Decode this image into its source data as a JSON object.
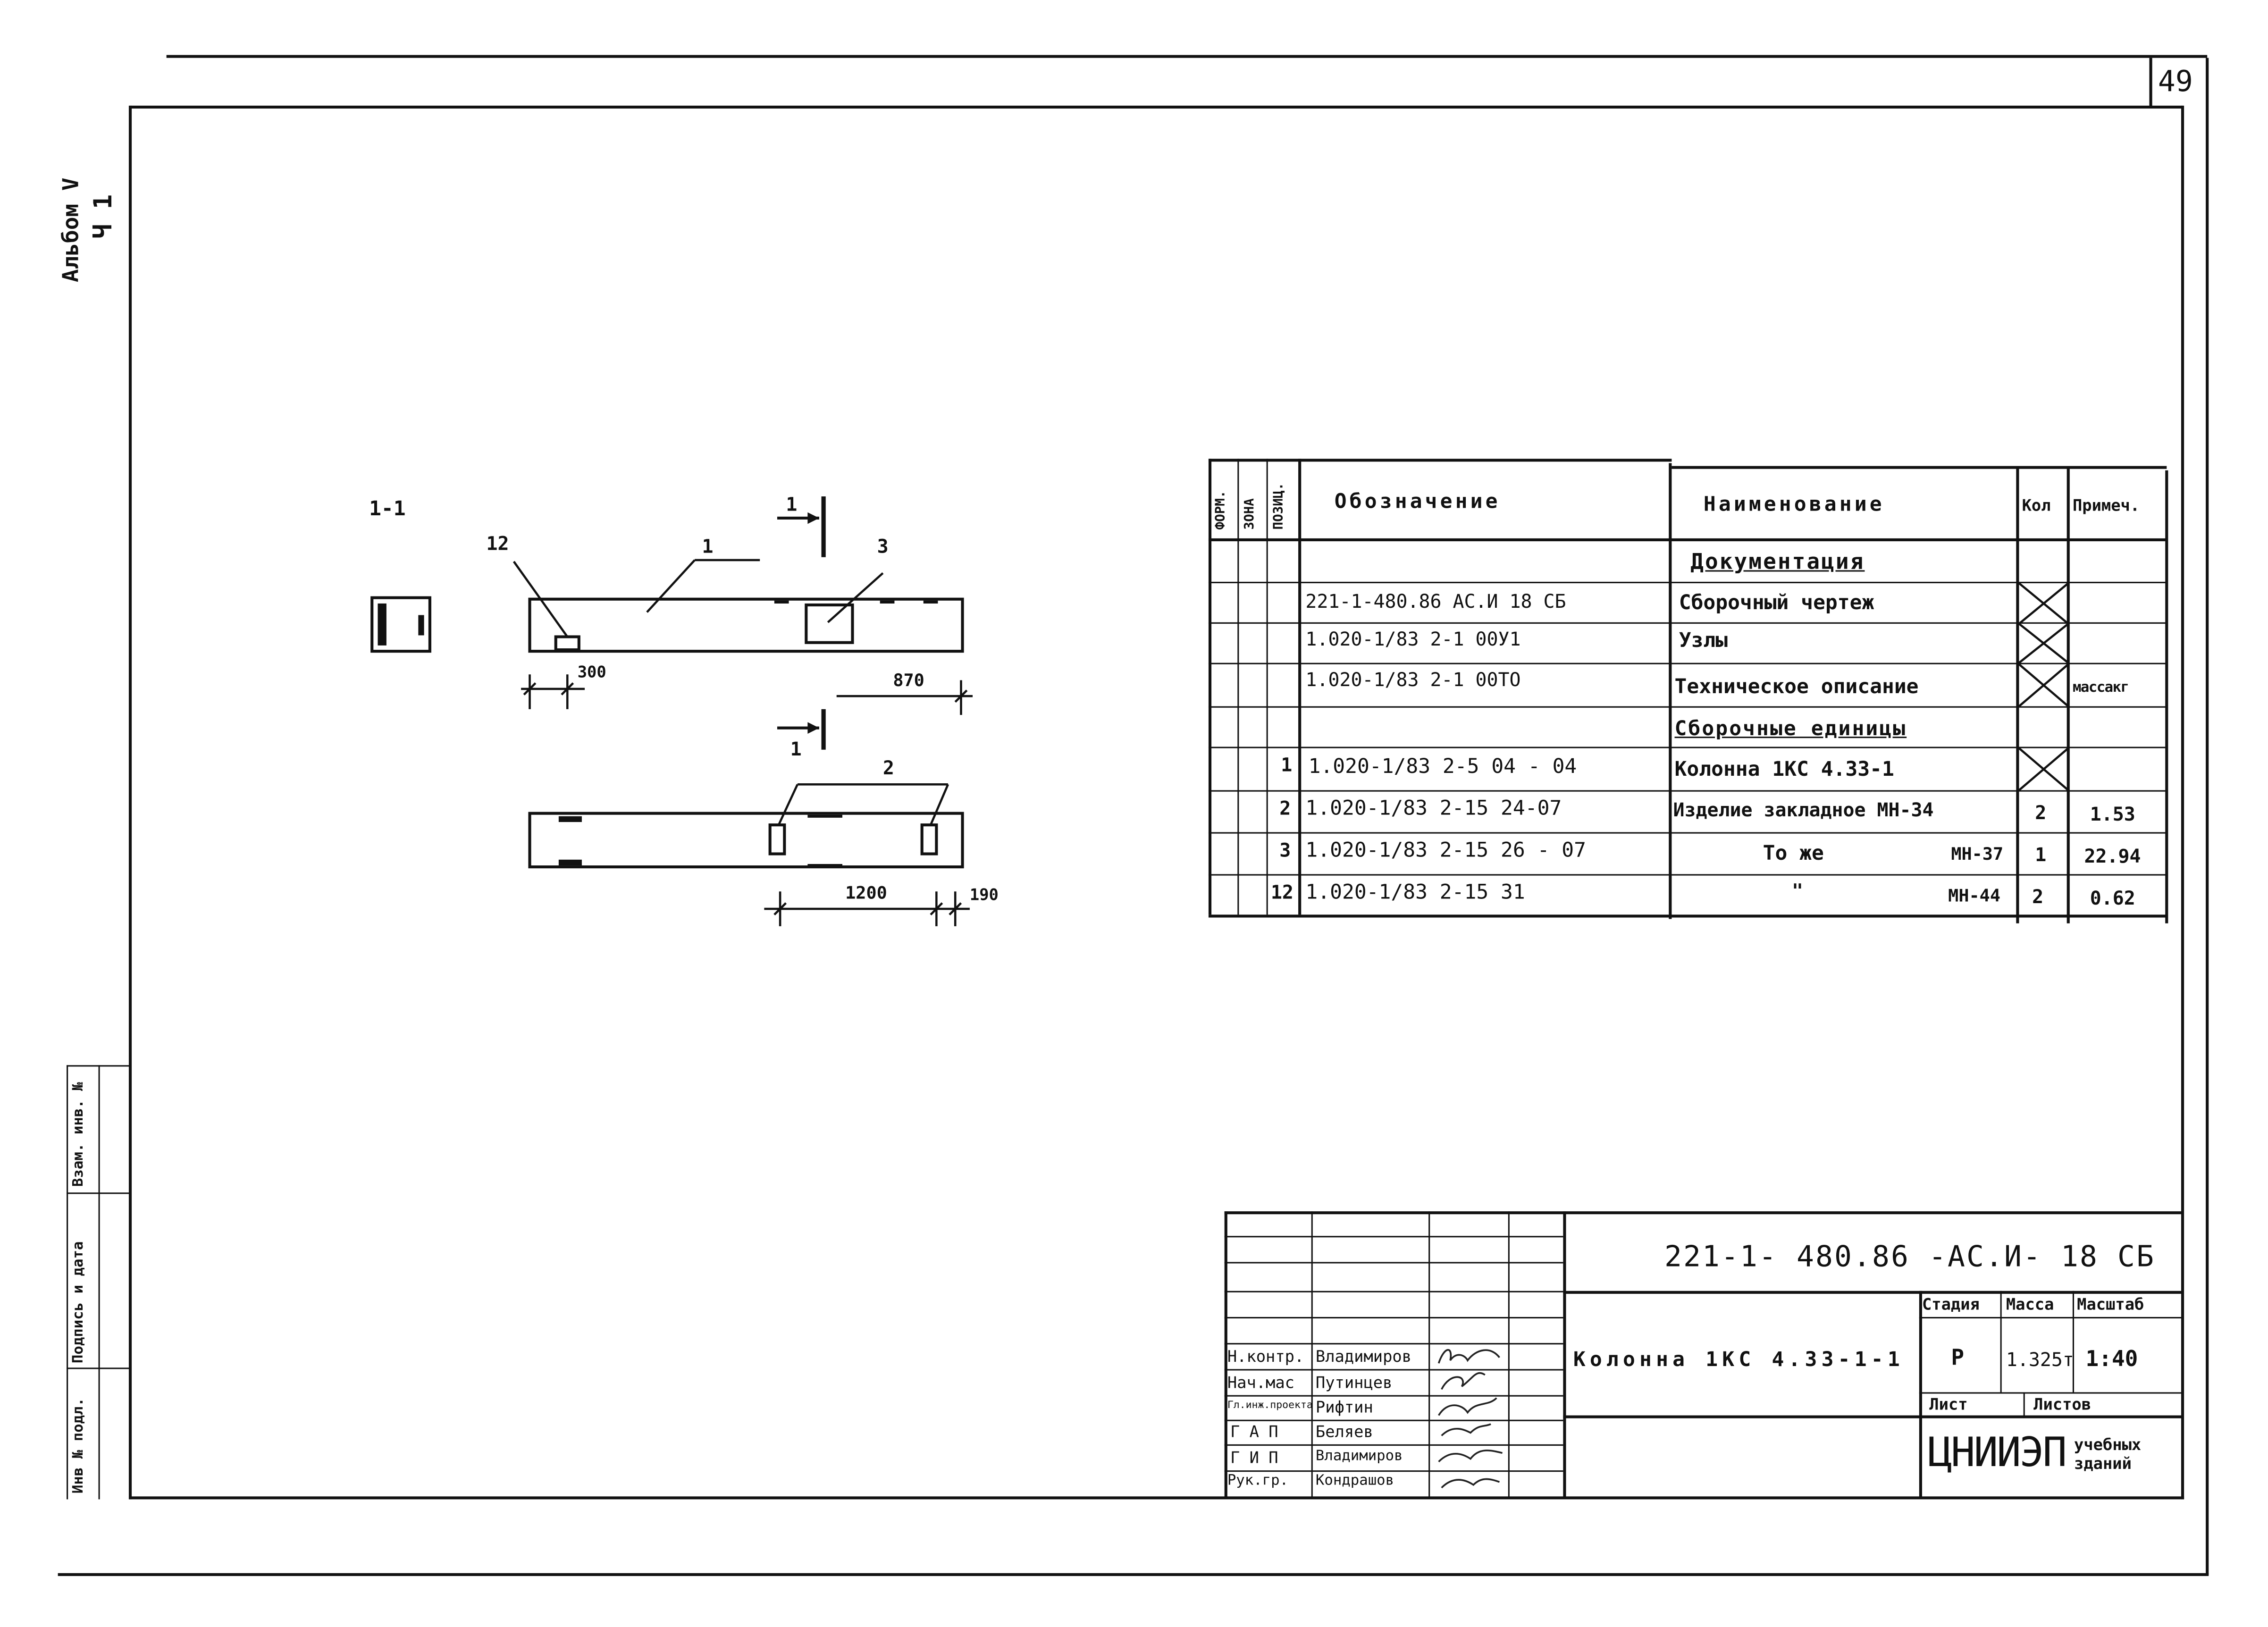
{
  "sheet": {
    "page_number": "49",
    "album": "Альбом V",
    "part": "Ч 1"
  },
  "drawing": {
    "section_label": "1-1",
    "cut_mark": "1",
    "pos_12": "12",
    "pos_1": "1",
    "pos_3": "3",
    "pos_2": "2",
    "dim_300": "300",
    "dim_870": "870",
    "dim_1200": "1200",
    "dim_190": "190"
  },
  "spec_table": {
    "headers": {
      "format": "ФОРМ.",
      "zone": "ЗОНА",
      "position": "ПОЗИЦ.",
      "designation": "Обозначение",
      "name": "Наименование",
      "qty": "Кол",
      "note": "Примеч."
    },
    "rows": [
      {
        "pos": "",
        "designation": "",
        "name": "Документация",
        "qty": "",
        "note": ""
      },
      {
        "pos": "",
        "designation": "221-1-480.86   АС.И 18 СБ",
        "name": "Сборочный чертеж",
        "qty": "",
        "note": ""
      },
      {
        "pos": "",
        "designation": "1.020-1/83 2-1   00У1",
        "name": "Узлы",
        "qty": "",
        "note": ""
      },
      {
        "pos": "",
        "designation": "1.020-1/83 2-1   00ТО",
        "name": "Техническое описание",
        "qty": "",
        "note": "массакг"
      },
      {
        "pos": "",
        "designation": "",
        "name": "Сборочные единицы",
        "qty": "",
        "note": ""
      },
      {
        "pos": "1",
        "designation": "1.020-1/83  2-5 04 - 04",
        "name": "Колонна 1КС 4.33-1",
        "qty": "",
        "note": ""
      },
      {
        "pos": "2",
        "designation": "1.020-1/83 2-15  24-07",
        "name": "Изделие закладное МН-34",
        "qty": "2",
        "note": "1.53"
      },
      {
        "pos": "3",
        "designation": "1.020-1/83  2-15   26 - 07",
        "name": "То же",
        "name_suffix": "МН-37",
        "qty": "1",
        "note": "22.94"
      },
      {
        "pos": "12",
        "designation": "1.020-1/83  2-15 31",
        "name": "\"",
        "name_suffix": "МН-44",
        "qty": "2",
        "note": "0.62"
      }
    ]
  },
  "title_block": {
    "code": "221-1- 480.86 -АС.И- 18 СБ",
    "object_name": "Колонна 1КС 4.33-1-1",
    "stage_label": "Стадия",
    "mass_label": "Масса",
    "scale_label": "Масштаб",
    "stage_value": "Р",
    "mass_value": "1.325т",
    "scale_value": "1:40",
    "sheet_label": "Лист",
    "sheets_label": "Листов",
    "org": "ЦНИИЭП",
    "org_sub_1": "учебных",
    "org_sub_2": "зданий",
    "signers": [
      {
        "role": "Н.контр.",
        "name": "Владимиров"
      },
      {
        "role": "Нач.мас",
        "name": "Путинцев"
      },
      {
        "role": "Гл.инж.проекта",
        "name": "Рифтин"
      },
      {
        "role": "Г А П",
        "name": "Беляев"
      },
      {
        "role": "Г И П",
        "name": "Владимиров"
      },
      {
        "role": "Рук.гр.",
        "name": "Кондрашов"
      }
    ]
  },
  "left_strip": {
    "inv_no": "Инв № подл.",
    "sign_date": "Подпись и дата",
    "replaces": "Взам. инв. №"
  }
}
